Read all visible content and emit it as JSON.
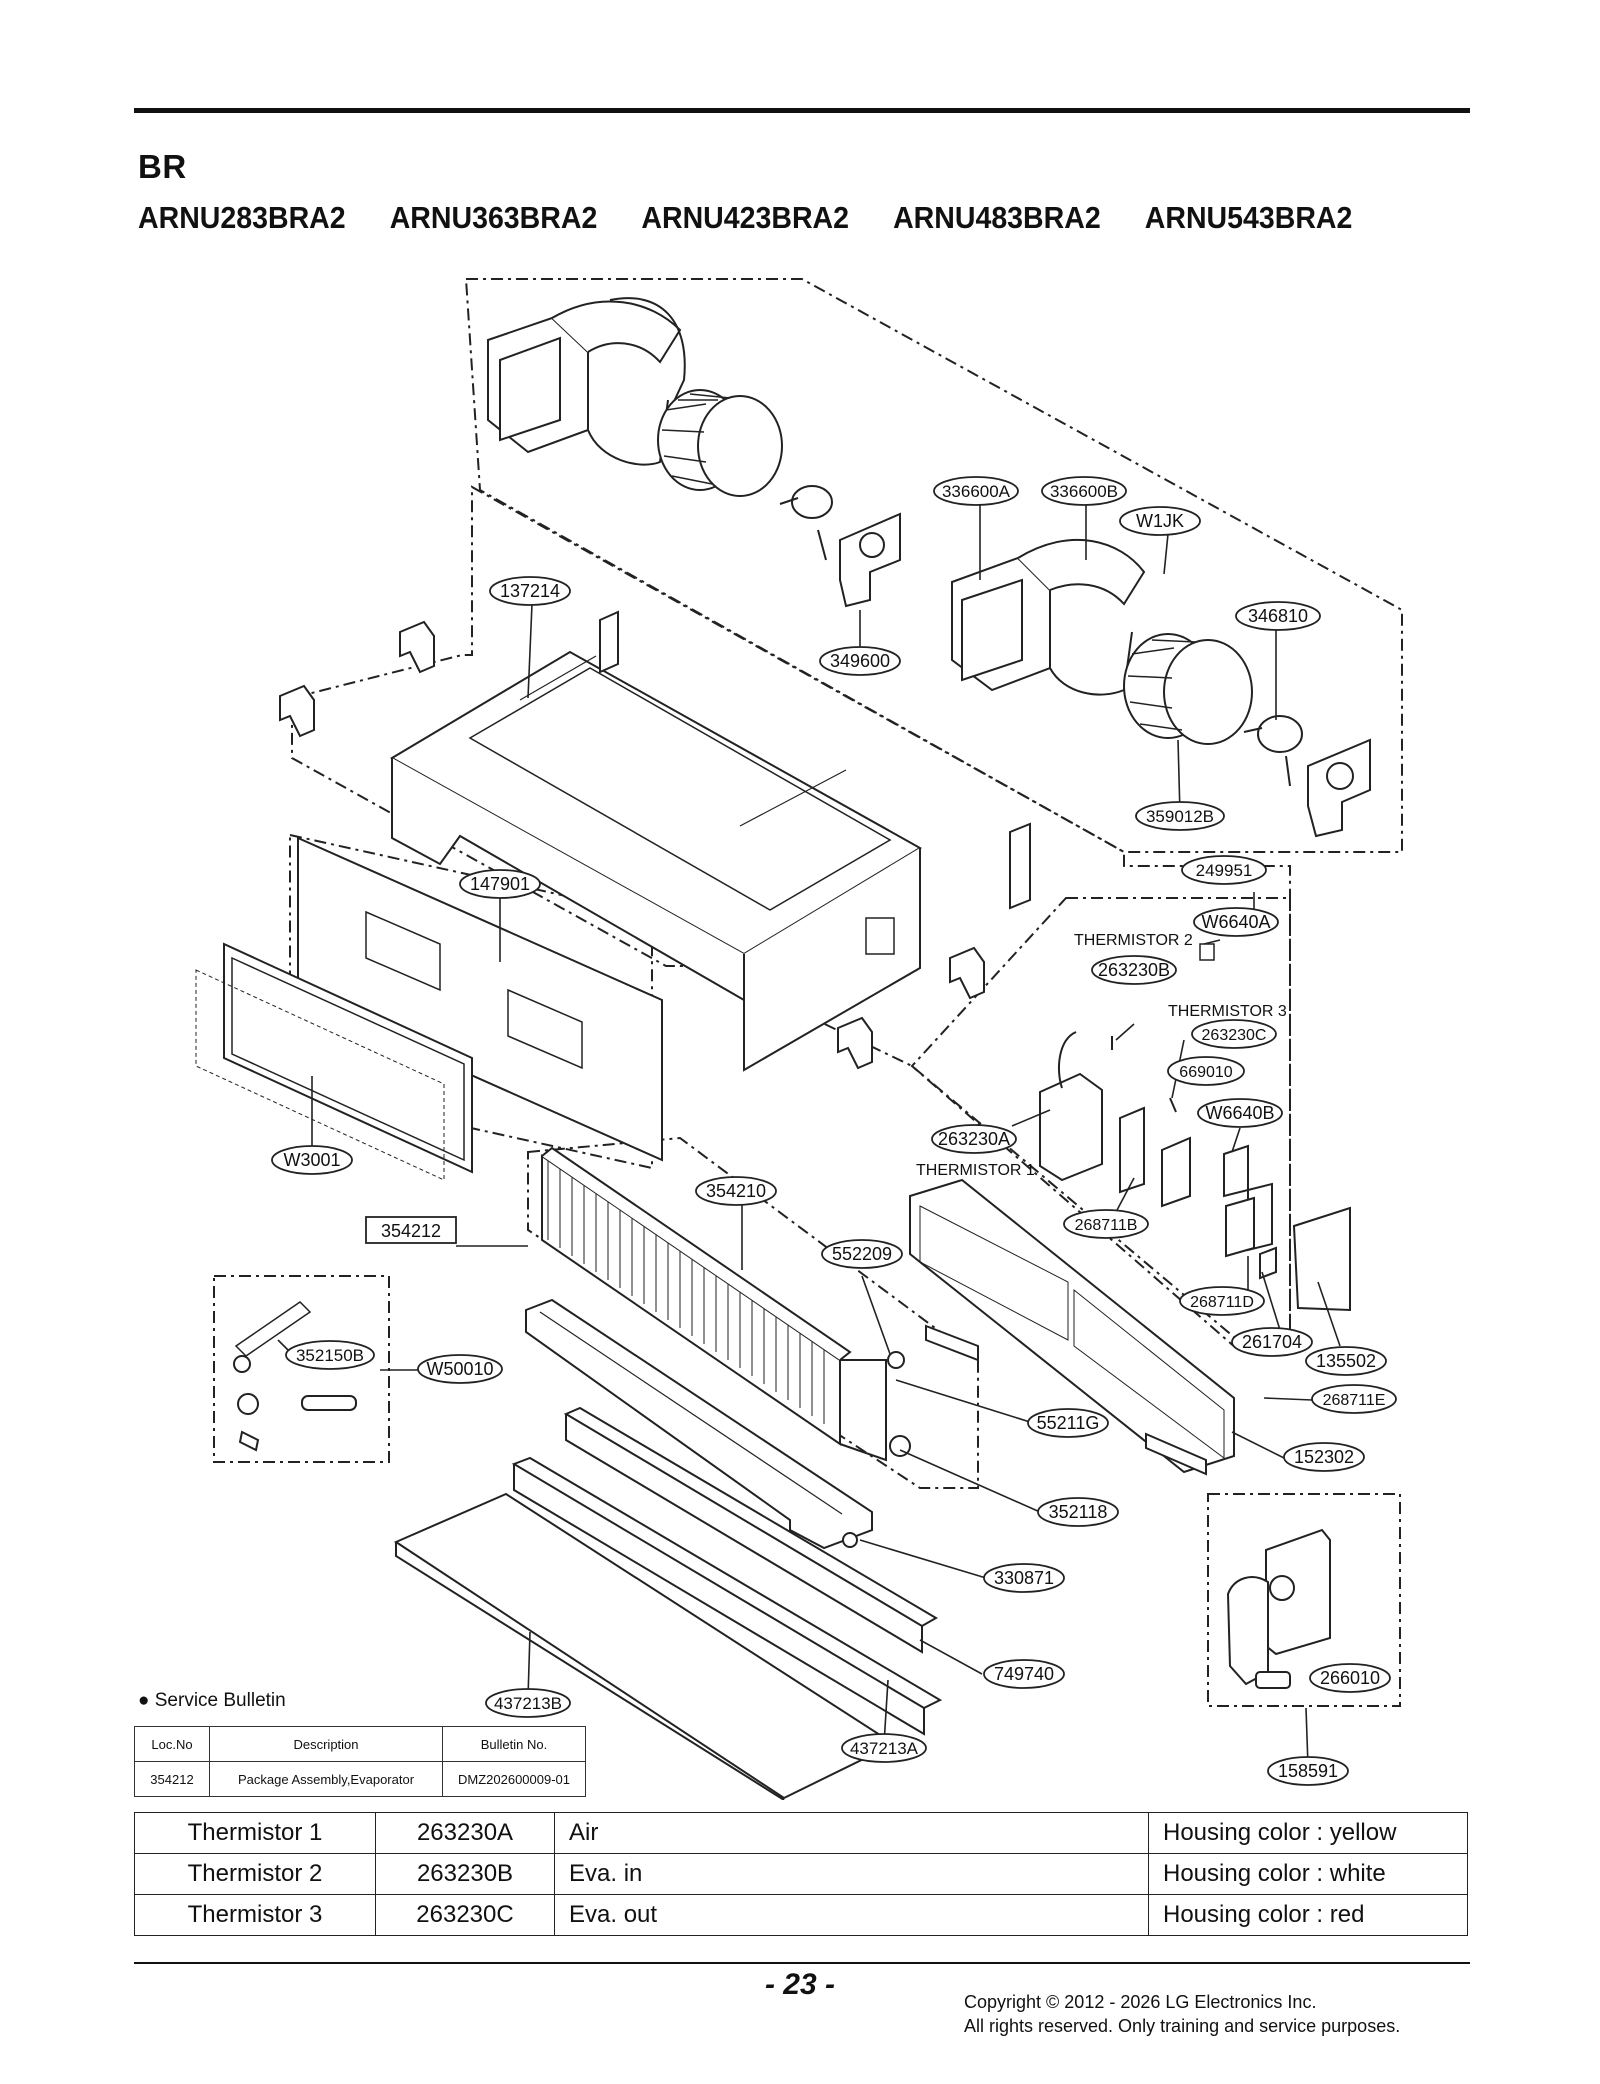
{
  "header": {
    "series": "BR",
    "models": [
      "ARNU283BRA2",
      "ARNU363BRA2",
      "ARNU423BRA2",
      "ARNU483BRA2",
      "ARNU543BRA2"
    ]
  },
  "callouts": {
    "c336600A": "336600A",
    "c336600B": "336600B",
    "cW1JK": "W1JK",
    "c346810": "346810",
    "c137214": "137214",
    "c349600": "349600",
    "c359012B": "359012B",
    "c249951": "249951",
    "cW6640A": "W6640A",
    "thermistor2_label": "THERMISTOR 2",
    "c263230B": "263230B",
    "thermistor3_label": "THERMISTOR 3",
    "c263230C": "263230C",
    "c669010": "669010",
    "cW6640B": "W6640B",
    "c147901": "147901",
    "c263230A": "263230A",
    "thermistor1_label": "THERMISTOR 1",
    "c268711B": "268711B",
    "cW3001": "W3001",
    "c354210": "354210",
    "c354212": "354212",
    "c552209": "552209",
    "c268711D": "268711D",
    "c261704": "261704",
    "c135502": "135502",
    "c352150B": "352150B",
    "cW50010": "W50010",
    "c268711E": "268711E",
    "c55211G": "55211G",
    "c152302": "152302",
    "c352118": "352118",
    "c330871": "330871",
    "c749740": "749740",
    "c266010": "266010",
    "c437213B": "437213B",
    "c437213A": "437213A",
    "c158591": "158591"
  },
  "service_bulletin": {
    "label": "● Service Bulletin",
    "columns": [
      "Loc.No",
      "Description",
      "Bulletin No."
    ],
    "rows": [
      [
        "354212",
        "Package Assembly,Evaporator",
        "DMZ202600009-01"
      ]
    ]
  },
  "thermistors": [
    {
      "name": "Thermistor 1",
      "code": "263230A",
      "location": "Air",
      "housing": "Housing color : yellow"
    },
    {
      "name": "Thermistor 2",
      "code": "263230B",
      "location": "Eva. in",
      "housing": "Housing color : white"
    },
    {
      "name": "Thermistor 3",
      "code": "263230C",
      "location": "Eva. out",
      "housing": "Housing color : red"
    }
  ],
  "footer": {
    "page_number": "- 23 -",
    "copyright_line1": "Copyright © 2012 - 2026 LG Electronics Inc.",
    "copyright_line2": "All rights reserved. Only training and service purposes."
  }
}
